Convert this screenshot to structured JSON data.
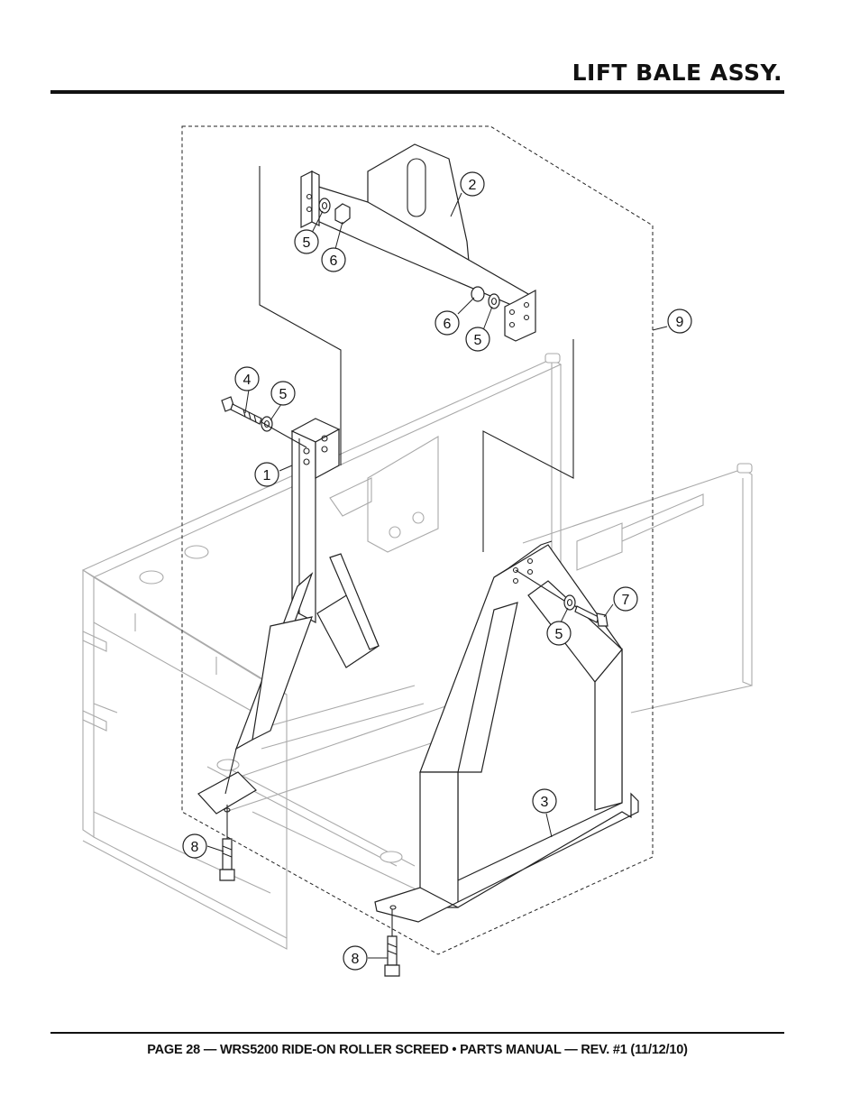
{
  "header": {
    "title": "LIFT BALE ASSY."
  },
  "footer": {
    "text": "PAGE 28 — WRS5200 RIDE-ON ROLLER SCREED • PARTS MANUAL — REV. #1 (11/12/10)"
  },
  "callouts": {
    "c1": "1",
    "c2": "2",
    "c3": "3",
    "c4": "4",
    "c5a": "5",
    "c5b": "5",
    "c5c": "5",
    "c5d": "5",
    "c6a": "6",
    "c6b": "6",
    "c7": "7",
    "c8a": "8",
    "c8b": "8",
    "c9": "9"
  }
}
